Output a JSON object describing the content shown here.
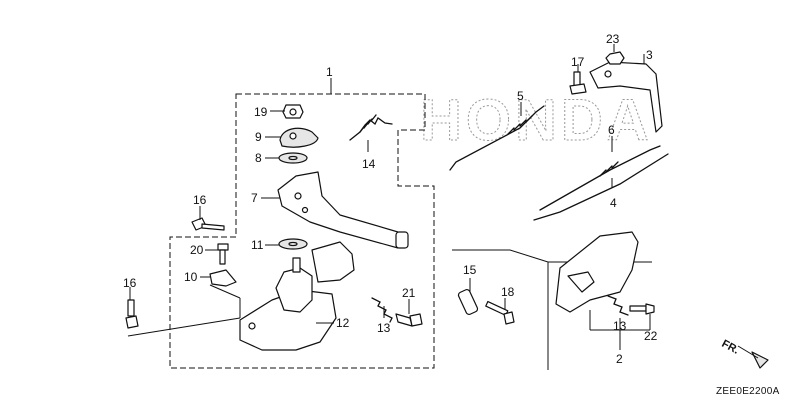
{
  "watermark": "HONDA",
  "diagram_code": "ZEE0E2200A",
  "direction_marker": "FR.",
  "callouts": [
    "1",
    "2",
    "3",
    "4",
    "5",
    "6",
    "7",
    "8",
    "9",
    "11",
    "10",
    "12",
    "13",
    "13",
    "14",
    "15",
    "16",
    "16",
    "17",
    "18",
    "19",
    "20",
    "21",
    "22",
    "23"
  ]
}
